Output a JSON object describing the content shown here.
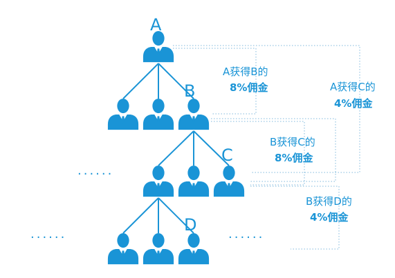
{
  "nodes": {
    "a": {
      "label": "A"
    },
    "b": {
      "label": "B"
    },
    "c": {
      "label": "C"
    },
    "d": {
      "label": "D"
    }
  },
  "notes": {
    "a_b": {
      "line1": "A获得B的",
      "line2": "8%佣金"
    },
    "a_c": {
      "line1": "A获得C的",
      "line2": "4%佣金"
    },
    "b_c": {
      "line1": "B获得C的",
      "line2": "8%佣金"
    },
    "b_d": {
      "line1": "B获得D的",
      "line2": "4%佣金"
    }
  },
  "ellipses": {
    "row3_left": "······",
    "row4_left": "······",
    "row4_right": "······"
  },
  "colors": {
    "person": "#1a94d6",
    "line": "#1a94d6",
    "connector": "#7fb8dc",
    "text": "#1a94d6"
  },
  "icons": {
    "person": "person-icon"
  }
}
